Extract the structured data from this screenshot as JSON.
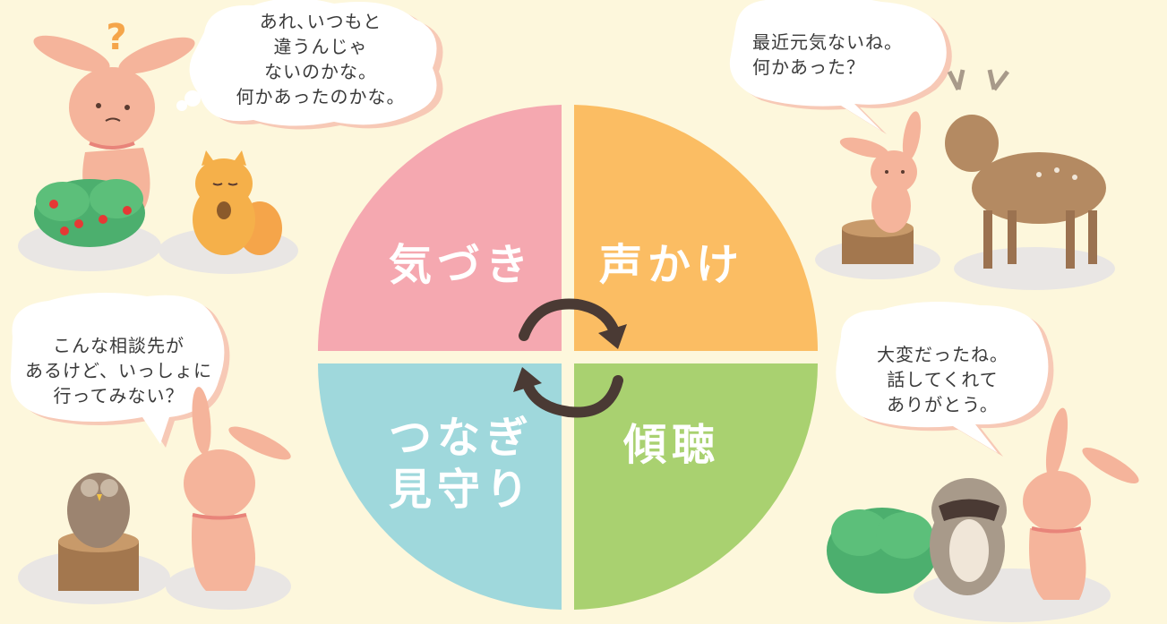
{
  "quadrants": {
    "top_left": {
      "label": "気づき",
      "color": "#f5a8b0"
    },
    "top_right": {
      "label": "声かけ",
      "color": "#fbbd63"
    },
    "bottom_left": {
      "line1": "つなぎ",
      "line2": "見守り",
      "color": "#9fd8dc"
    },
    "bottom_right": {
      "label": "傾聴",
      "color": "#a9d170"
    }
  },
  "bubbles": {
    "top_left": {
      "lines": [
        "あれ､いつもと",
        "違うんじゃ",
        "ないのかな。",
        "何かあったのかな。"
      ]
    },
    "top_right": {
      "lines": [
        "最近元気ないね。",
        "何かあった？"
      ]
    },
    "bottom_left": {
      "lines": [
        "こんな相談先が",
        "あるけど、いっしょに",
        "行ってみない？"
      ]
    },
    "bottom_right": {
      "lines": [
        "大変だったね。",
        "話してくれて",
        "ありがとう。"
      ]
    }
  },
  "decor": {
    "question_mark": "?"
  },
  "colors": {
    "background": "#fdf7dc",
    "rabbit": "#f5b49b",
    "arrow": "#4a3a34"
  }
}
